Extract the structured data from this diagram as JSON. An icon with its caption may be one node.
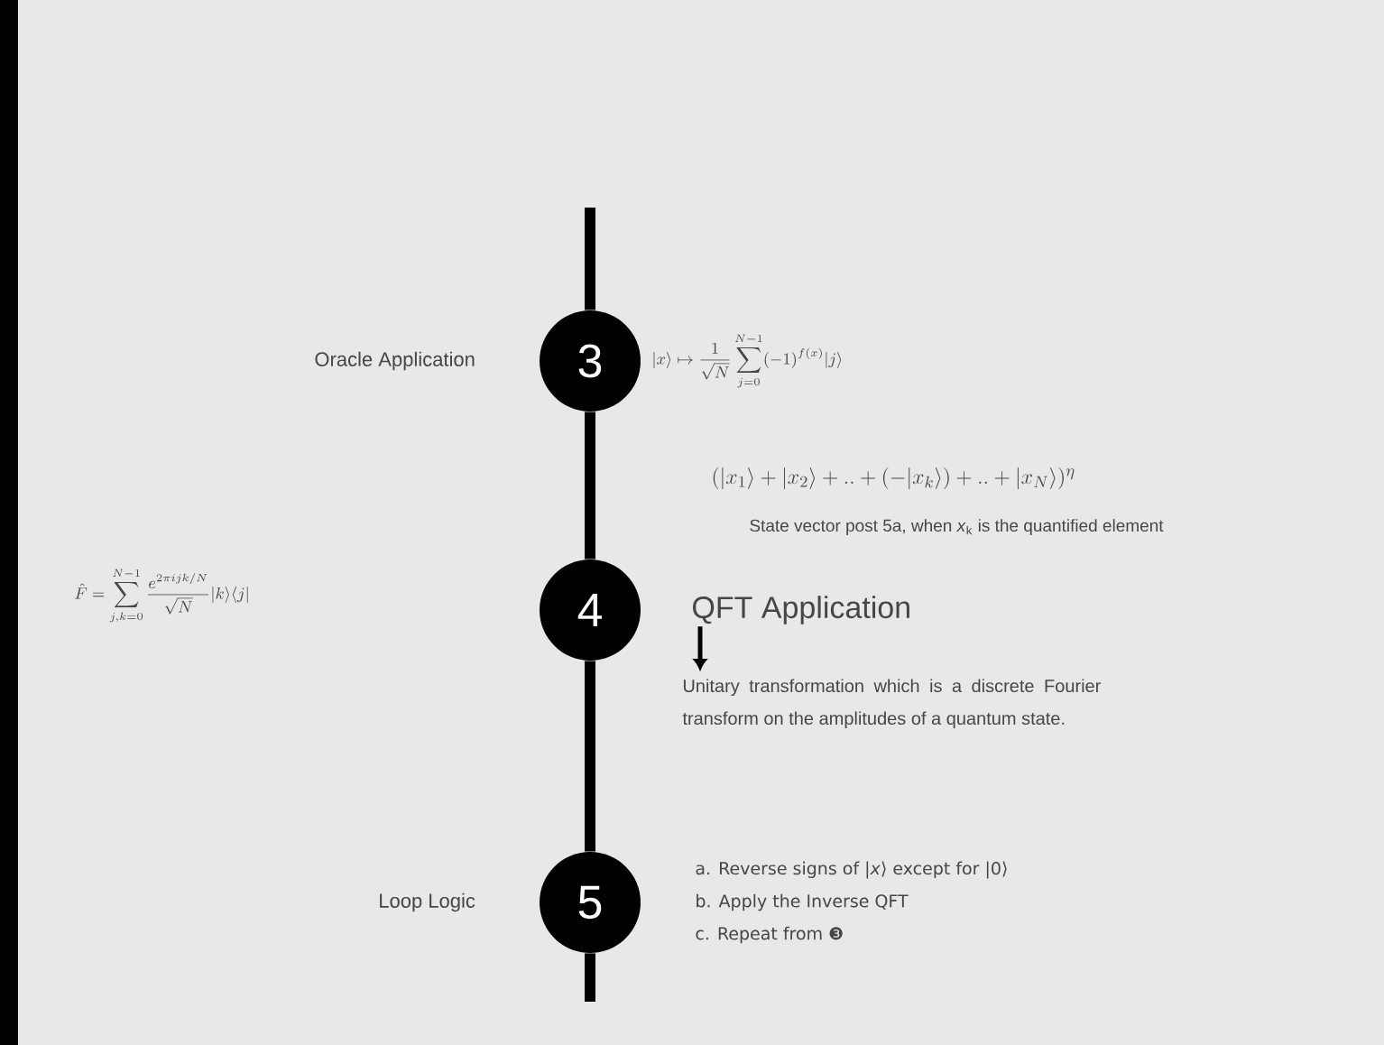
{
  "diagram": {
    "nodes": [
      {
        "text": [
          "3"
        ],
        "beside": [
          "Oracle Application"
        ]
      },
      {
        "text": [
          "4"
        ]
      },
      {
        "text": [
          "5"
        ],
        "beside": [
          "Loop Logic"
        ]
      },
      {
        "text": [
          "QFT Application"
        ]
      },
      {
        "text": [
          "Unitary transformation which is a discrete Fourier transform on the amplitudes of a quantum state."
        ]
      }
    ],
    "edges": [
      {
        "from": null,
        "to": 0,
        "arrow": "none"
      },
      {
        "from": 0,
        "to": 1,
        "arrow": "none"
      },
      {
        "from": 1,
        "to": 2,
        "arrow": "none"
      },
      {
        "from": 2,
        "to": null,
        "arrow": "none"
      },
      {
        "from": 3,
        "to": 4,
        "arrow": "to"
      }
    ],
    "labels": [
      "|x\\rangle \\mapsto \\frac{1}{\\sqrt{N}}\\sum_{j=0}^{N-1}(-1)^{f(x)}|j\\rangle",
      "(|x_1\\rangle + |x_2\\rangle + .. + (-|x_k\\rangle) + .. + |x_N\\rangle)^\\eta",
      "State vector post 5a, when *x*$_{k}$ is the quantified element",
      "\\hat{F} = \\sum_{j,k=0}^{N-1}\\frac{e^{2\\pi ijk/N}}{\\sqrt{N}}|k\\rangle\\langle j|",
      "a. Reverse signs of |*x*⟩ except for |0⟩",
      "b. Apply the Inverse QFT",
      "c. Repeat from ❸"
    ]
  }
}
